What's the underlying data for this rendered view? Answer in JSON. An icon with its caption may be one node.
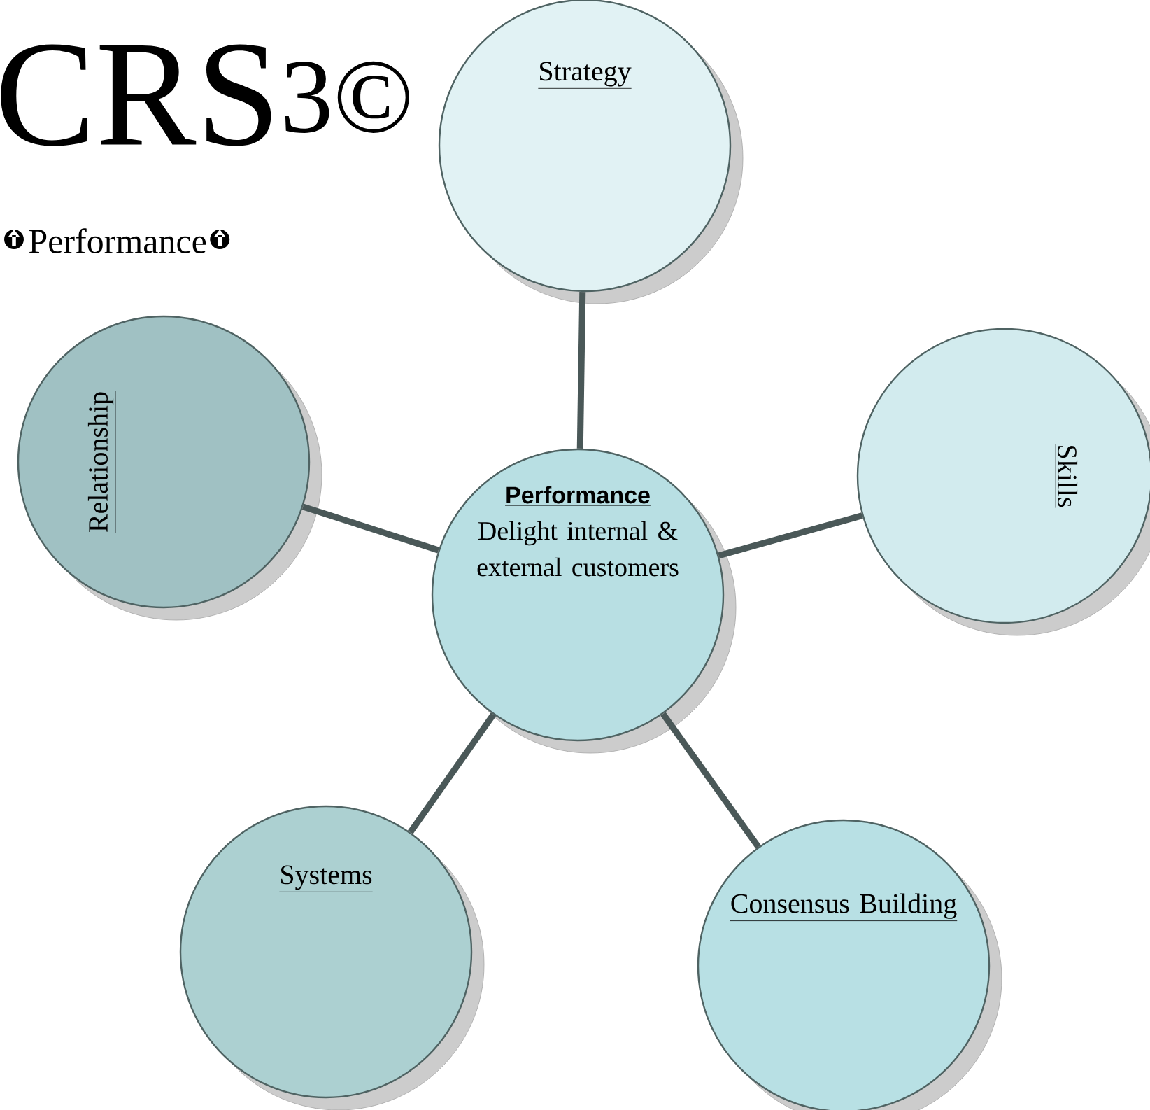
{
  "diagram": {
    "title": "CRS$^{3©}$",
    "nodes": [
      {
        "text": [
          "Performance",
          "Delight internal & external customers"
        ]
      },
      {
        "text": [
          "Strategy"
        ]
      },
      {
        "text": [
          "Skills"
        ]
      },
      {
        "text": [
          "Consensus Building"
        ]
      },
      {
        "text": [
          "Systems"
        ]
      },
      {
        "text": [
          "Relationship"
        ]
      }
    ],
    "edges": [
      {
        "from": 0,
        "to": 1,
        "arrow": "none"
      },
      {
        "from": 0,
        "to": 2,
        "arrow": "none"
      },
      {
        "from": 0,
        "to": 3,
        "arrow": "none"
      },
      {
        "from": 0,
        "to": 4,
        "arrow": "none"
      },
      {
        "from": 0,
        "to": 5,
        "arrow": "none"
      }
    ],
    "labels": [
      "Performance"
    ]
  }
}
